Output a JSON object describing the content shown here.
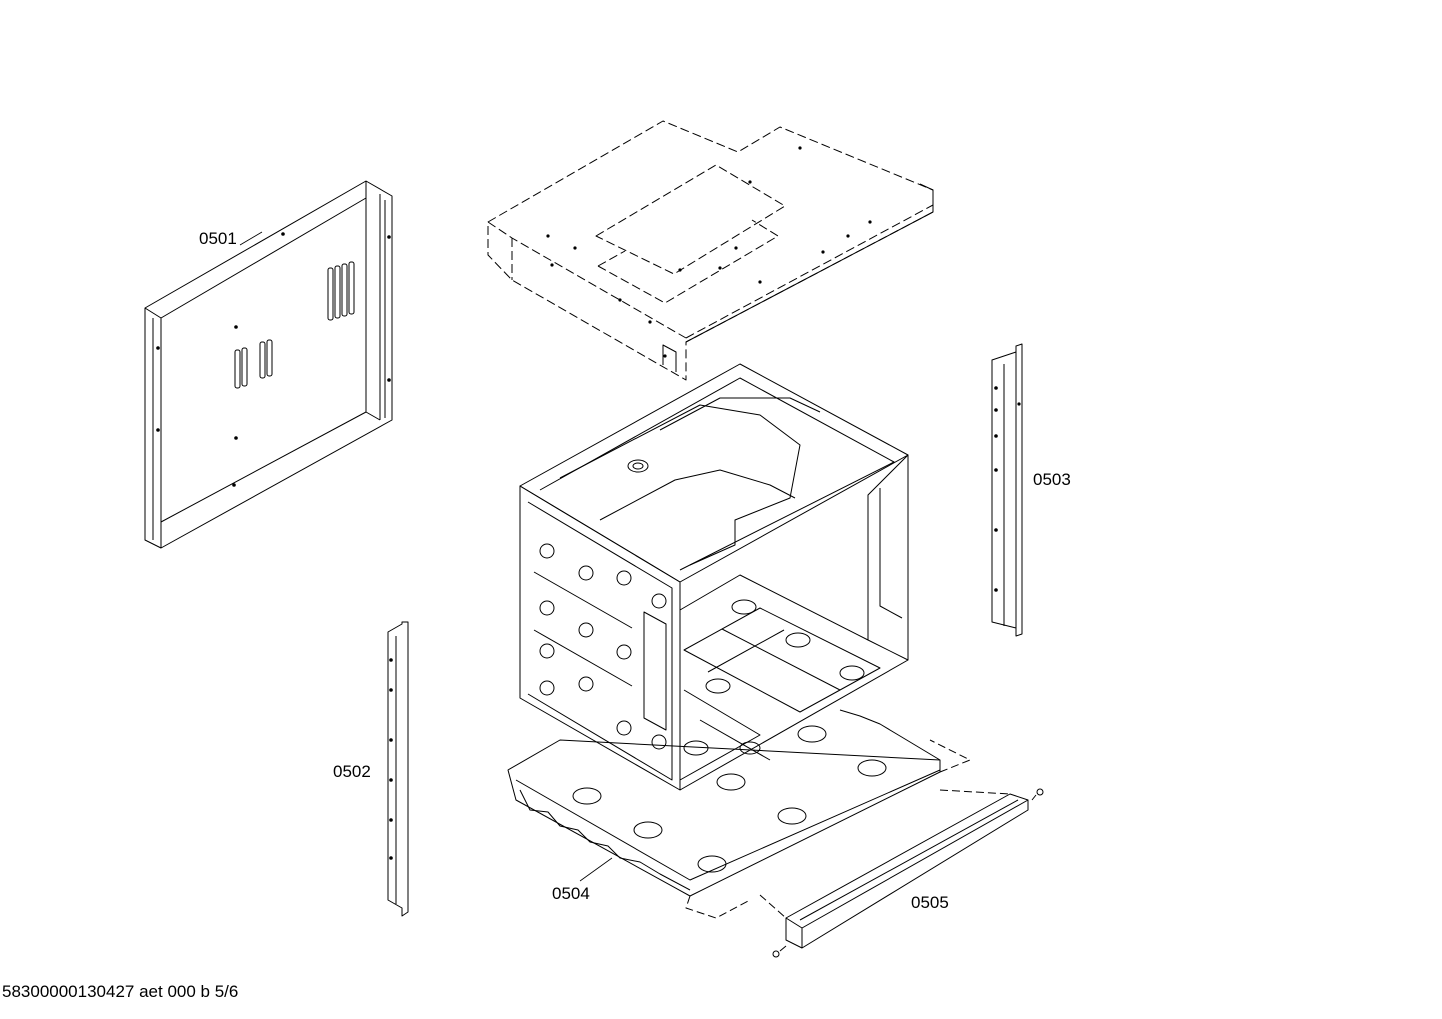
{
  "diagram": {
    "parts": {
      "top_cover": "",
      "side_panel_left": "0501",
      "side_rail_left": "0502",
      "side_rail_right": "0503",
      "bottom_tray": "0504",
      "front_strip": "0505"
    }
  },
  "footer": {
    "document_code": "58300000130427 aet 000 b 5/6"
  },
  "colors": {
    "line": "#000000",
    "background": "#ffffff"
  }
}
